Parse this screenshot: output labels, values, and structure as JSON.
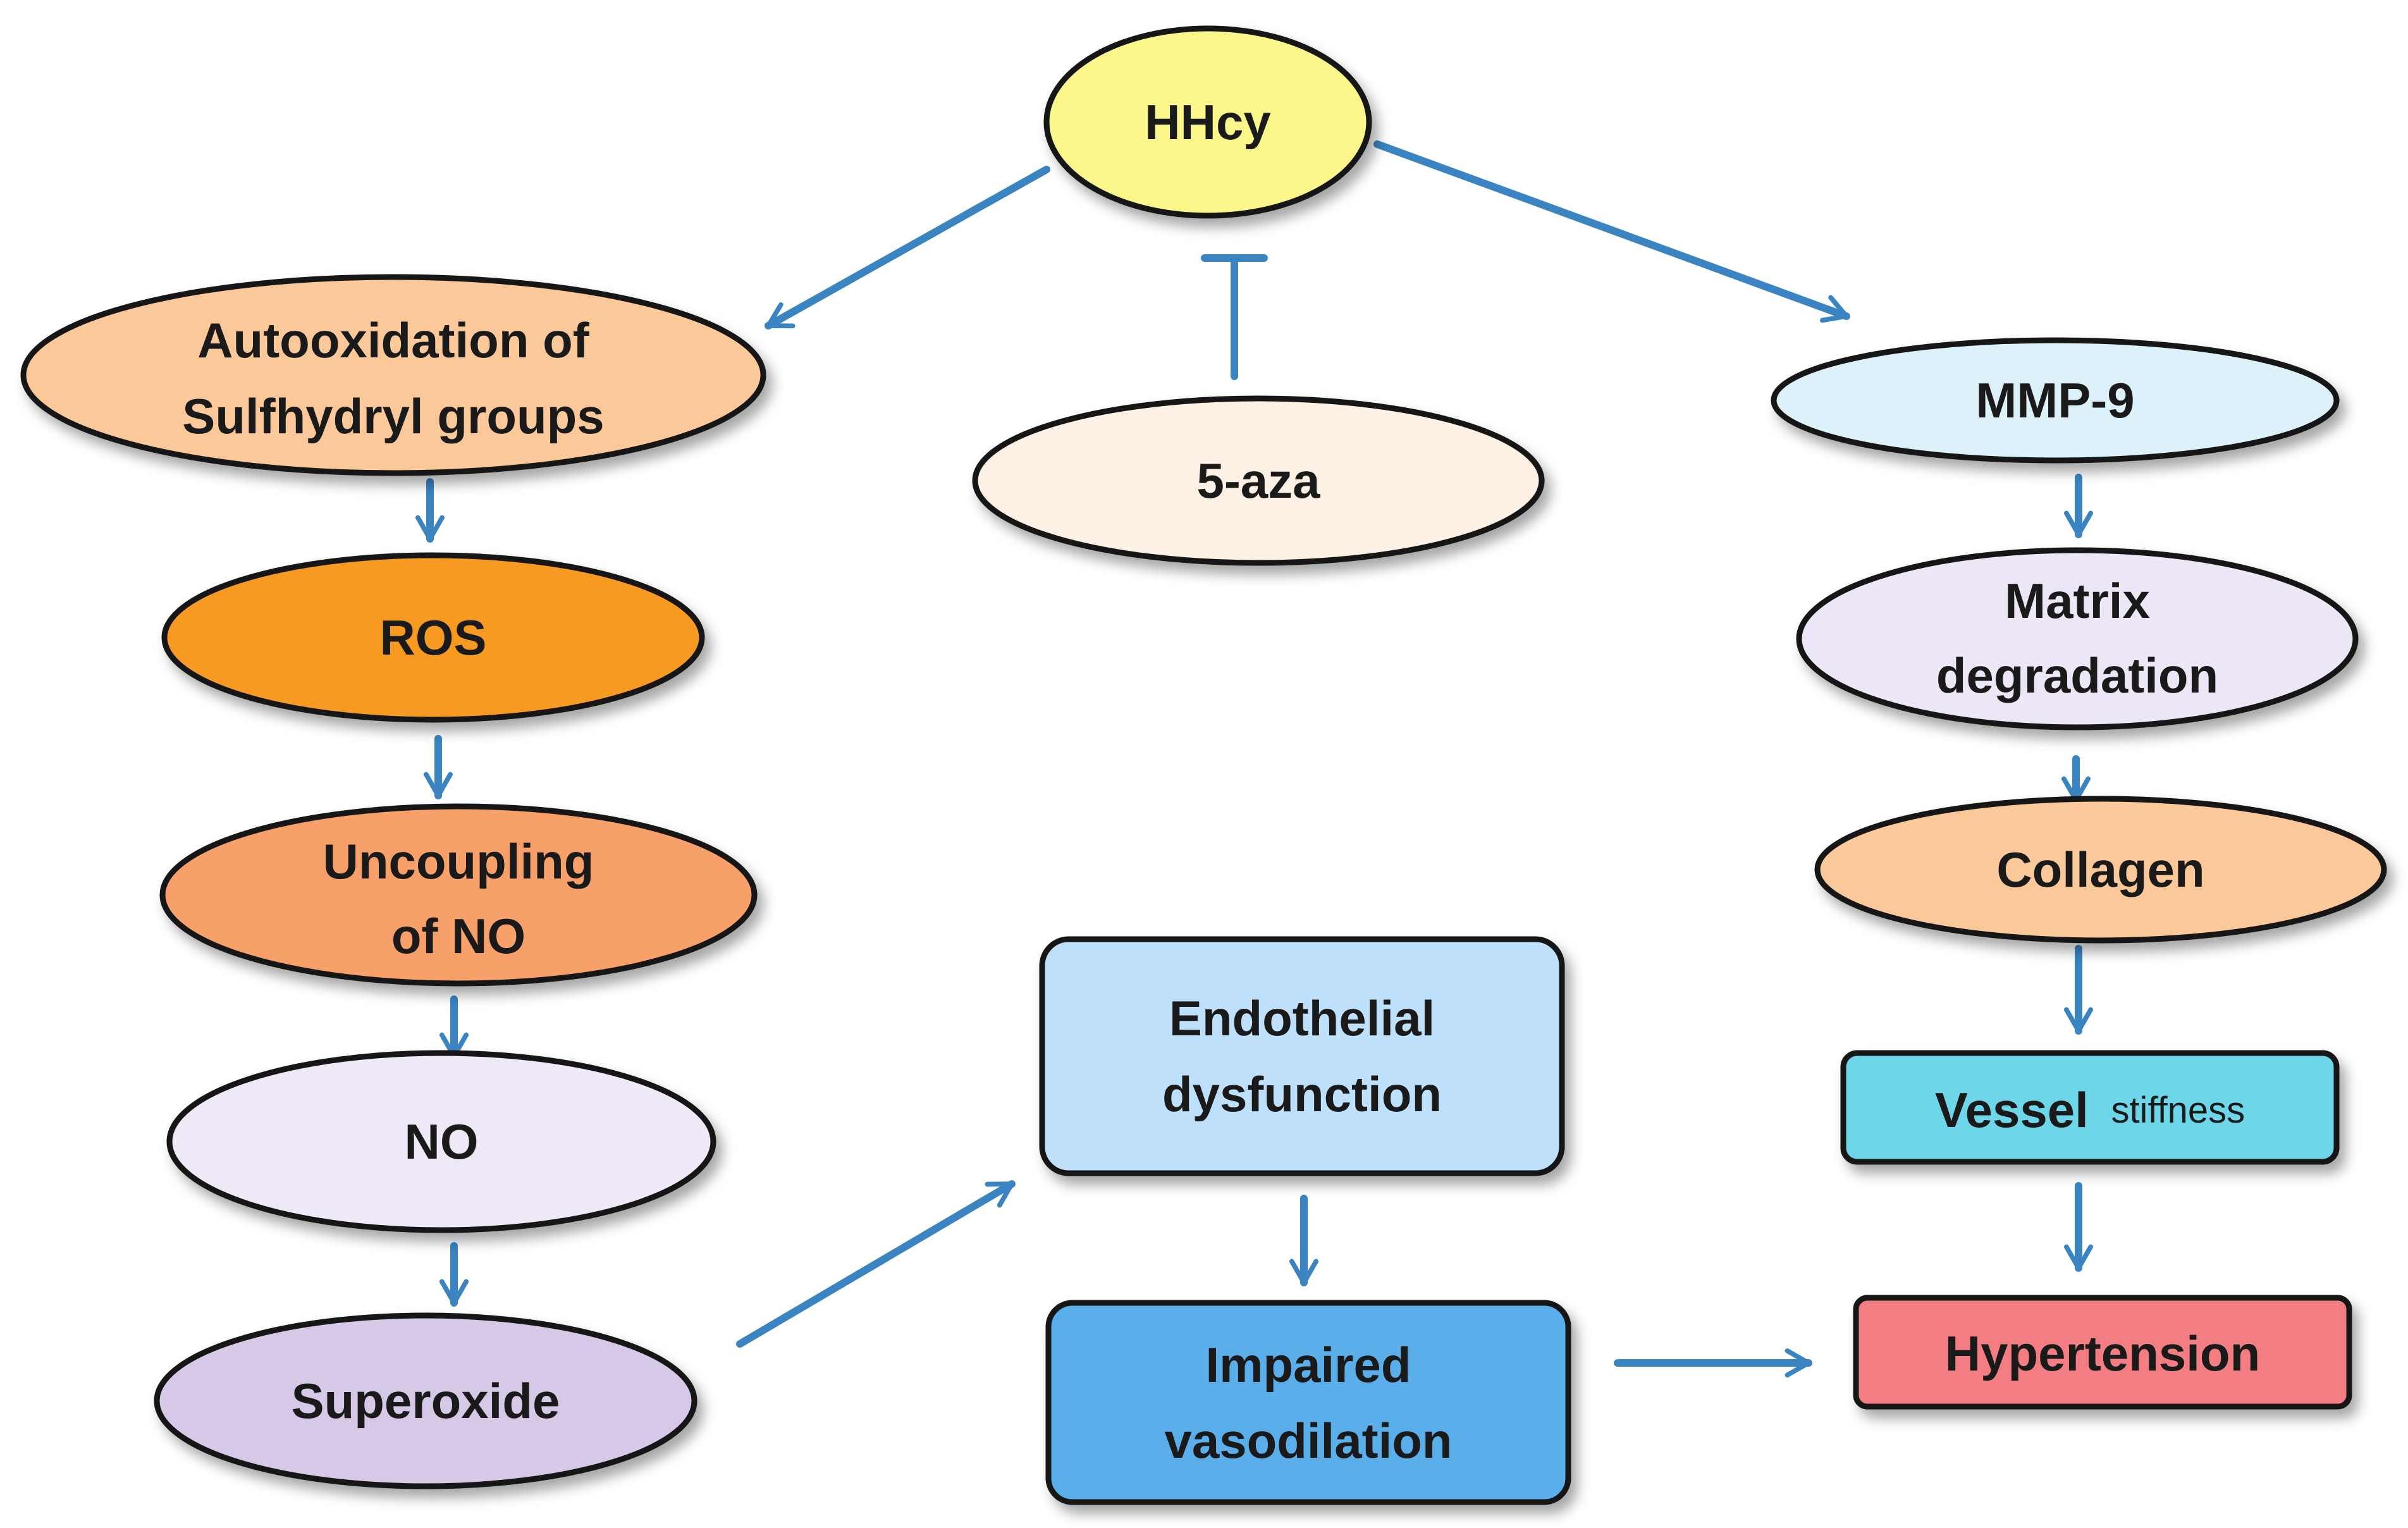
{
  "nodes": {
    "hhcy": {
      "label": "HHcy",
      "fill": "#fbf78a"
    },
    "autoox": {
      "line1": "Autooxidation of",
      "line2": "Sulfhydryl groups",
      "fill": "#fbc999"
    },
    "ros": {
      "label": "ROS",
      "fill": "#f79a22"
    },
    "uncoupling": {
      "line1": "Uncoupling",
      "line2": "of NO",
      "fill": "#f7a06a"
    },
    "no": {
      "label": "NO",
      "fill": "#efe8f7"
    },
    "superoxide": {
      "label": "Superoxide",
      "fill": "#d6c9e8"
    },
    "aza": {
      "label": "5-aza",
      "fill": "#fdf0e4"
    },
    "mmp9": {
      "label": "MMP-9",
      "fill": "#ddf1fb"
    },
    "matrix": {
      "line1": "Matrix",
      "line2": "degradation",
      "fill": "#ece6f6"
    },
    "collagen": {
      "label": "Collagen",
      "fill": "#fbc999"
    },
    "vessel": {
      "main": "Vessel",
      "sub": "stiffness",
      "fill": "#6dd6e8"
    },
    "hypertension": {
      "label": "Hypertension",
      "fill": "#f27e84"
    },
    "endothelial": {
      "line1": "Endothelial",
      "line2": "dysfunction",
      "fill": "#bfe0fb"
    },
    "impaired": {
      "line1": "Impaired",
      "line2": "vasodilation",
      "fill": "#5aaeea"
    }
  },
  "colors": {
    "arrow": "#3a84c2",
    "outline": "#141414"
  }
}
